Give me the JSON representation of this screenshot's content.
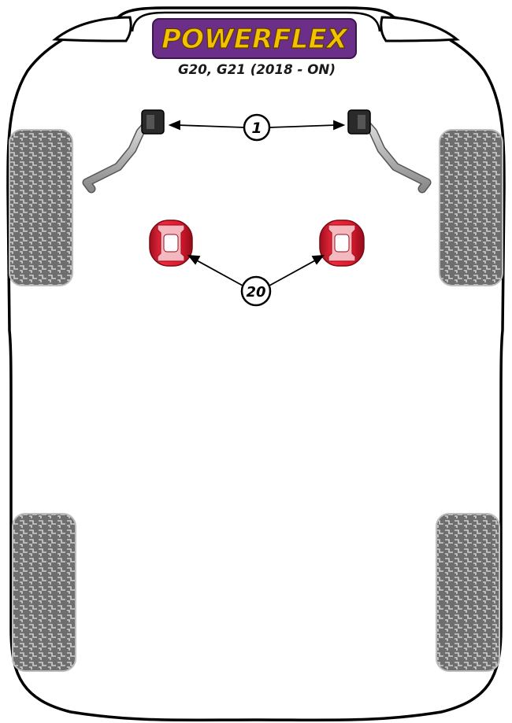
{
  "brand": {
    "name": "POWERFLEX",
    "badge_color": "#6b2f8a",
    "text_color": "#f2c200"
  },
  "subtitle": "G20, G21 (2018 - ON)",
  "callouts": [
    {
      "id": "1",
      "label": "1"
    },
    {
      "id": "20",
      "label": "20"
    }
  ],
  "colors": {
    "outline": "#000000",
    "tyre_fill": "#6e6e6e",
    "tyre_tread": "#c8c8c8",
    "bush_red": "#e2142c",
    "bush_dark": "#222222",
    "bar_grey": "#9a9a9a"
  }
}
